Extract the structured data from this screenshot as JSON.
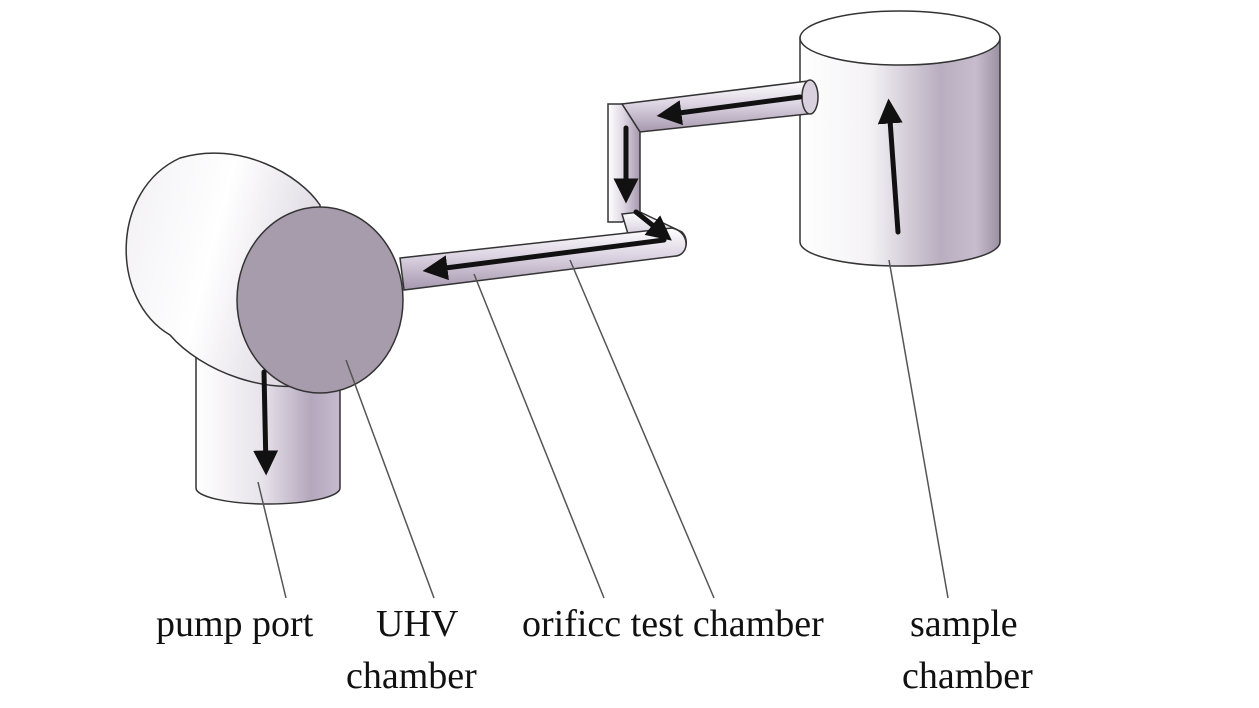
{
  "labels": {
    "pump_port": "pump port",
    "uhv_line1": "UHV",
    "uhv_line2": "chamber",
    "orifice": "orificc test chamber",
    "sample_line1": "sample",
    "sample_line2": "chamber"
  },
  "colors": {
    "background": "#ffffff",
    "surface_light": "#ffffff",
    "surface_shade": "#b7a9c1",
    "face": "#a79cab",
    "outline": "#333333",
    "arrow": "#111111",
    "leader_line": "#555555"
  }
}
